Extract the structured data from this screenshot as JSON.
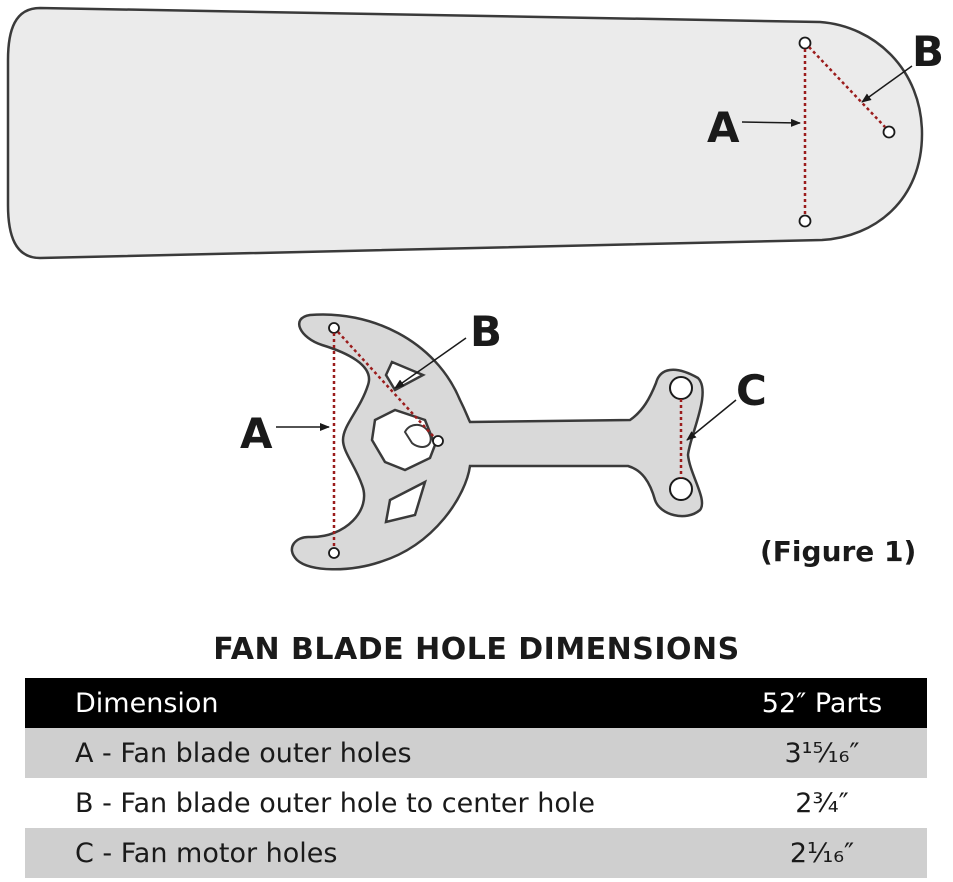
{
  "diagram": {
    "labels": {
      "blade_a": "A",
      "blade_b": "B",
      "bracket_a": "A",
      "bracket_b": "B",
      "bracket_c": "C"
    },
    "figure_label": "(Figure 1)",
    "colors": {
      "part_fill": "#ebebeb",
      "bracket_fill": "#d9d9d9",
      "outline": "#3a3a3a",
      "dotted_line": "#9b1c1c"
    }
  },
  "table": {
    "title": "FAN BLADE HOLE DIMENSIONS",
    "header": {
      "dimension": "Dimension",
      "parts": "52″ Parts"
    },
    "rows": [
      {
        "dimension": "A - Fan blade outer holes",
        "value": "3¹⁵⁄₁₆″"
      },
      {
        "dimension": "B - Fan blade outer hole to center hole",
        "value": "2¾″"
      },
      {
        "dimension": "C - Fan motor holes",
        "value": "2¹⁄₁₆″"
      }
    ]
  }
}
